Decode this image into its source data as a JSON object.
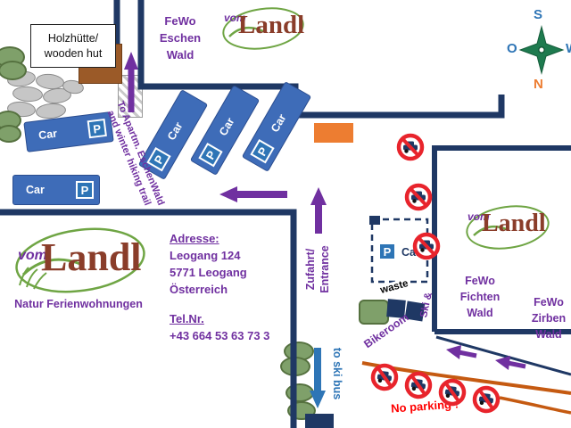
{
  "colors": {
    "navy": "#1F3864",
    "purple": "#7030A0",
    "car_blue": "#3E6CB8",
    "p_blue": "#2E75B6",
    "red": "#FF0000",
    "orange": "#ED7D31",
    "road_orange": "#C55A11",
    "green": "#6FA544",
    "hut_brown": "#9B5A28"
  },
  "hut": {
    "line1": "Holzhütte/",
    "line2": "wooden hut"
  },
  "logo": {
    "vom": "vom",
    "landl": "Landl"
  },
  "tagline": "Natur Ferienwohnungen",
  "apartments": {
    "eschen": [
      "FeWo",
      "Eschen",
      "Wald"
    ],
    "fichten": [
      "FeWo",
      "Fichten",
      "Wald"
    ],
    "zirben": [
      "FeWo",
      "Zirben",
      "Wald"
    ]
  },
  "address": {
    "heading": "Adresse:",
    "line1": "Leogang 124",
    "line2": "5771 Leogang",
    "line3": "Österreich",
    "tel_heading": "Tel.Nr.",
    "tel_number": "+43 664 53 63 73 3"
  },
  "labels": {
    "car": "Car",
    "parking_p": "P",
    "to_apartm_line1": "To Apartm. EschenWald",
    "to_apartm_line2": "and winter hiking trail",
    "zufahrt_line1": "Zufahrt/",
    "zufahrt_line2": "Entrance",
    "to_ski_bus": "to ski bus",
    "waste": "waste",
    "bikeroom": "Bikeroom",
    "ski_and": "Ski &",
    "no_parking": "No parking !"
  },
  "compass": {
    "north": "N",
    "south": "S",
    "east": "O",
    "west": "W"
  }
}
